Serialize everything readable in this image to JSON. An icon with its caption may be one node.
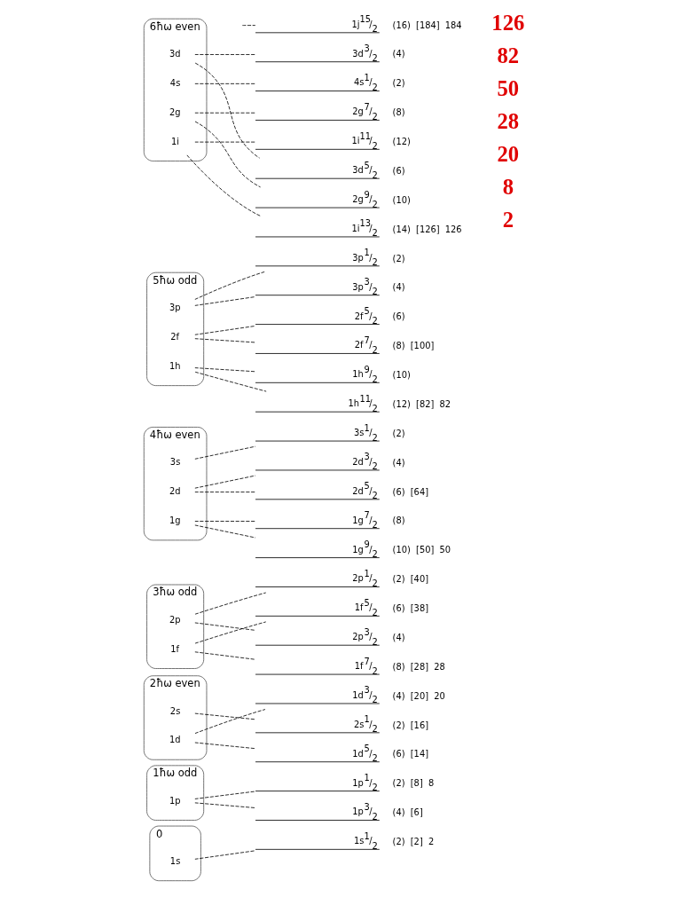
{
  "diagram": {
    "nodes": [
      {
        "text": [
          "1j$^{15}$/$_{2}$"
        ],
        "beside": [
          "(16)",
          "[184]",
          "184"
        ]
      },
      {
        "text": [
          "6ħω even"
        ]
      },
      {
        "text": [
          "4s"
        ],
        "in": 1
      },
      {
        "text": [
          "3d"
        ],
        "in": 1
      },
      {
        "text": [
          "2g"
        ],
        "in": 1
      },
      {
        "text": [
          "1i"
        ],
        "in": 1
      },
      {
        "text": [
          "3d$^{3}$/$_{2}$"
        ],
        "beside": [
          "(4)"
        ]
      },
      {
        "text": [
          "4s$^{1}$/$_{2}$"
        ],
        "beside": [
          "(2)"
        ]
      },
      {
        "text": [
          "2g$^{7}$/$_{2}$"
        ],
        "beside": [
          "(8)"
        ]
      },
      {
        "text": [
          "1i$^{11}$/$_{2}$"
        ],
        "beside": [
          "(12)"
        ]
      },
      {
        "text": [
          "3d$^{5}$/$_{2}$"
        ],
        "beside": [
          "(6)"
        ]
      },
      {
        "text": [
          "2g$^{9}$/$_{2}$"
        ],
        "beside": [
          "(10)"
        ]
      },
      {
        "text": [
          "1i$^{13}$/$_{2}$"
        ],
        "beside": [
          "(14)",
          "[126]",
          "126"
        ]
      },
      {
        "text": [
          "5ħω odd"
        ]
      },
      {
        "text": [
          "3p"
        ],
        "in": 13
      },
      {
        "text": [
          "2f"
        ],
        "in": 13
      },
      {
        "text": [
          "1h"
        ],
        "in": 13
      },
      {
        "text": [
          "3p$^{1}$/$_{2}$"
        ],
        "beside": [
          "(2)"
        ]
      },
      {
        "text": [
          "3p$^{3}$/$_{2}$"
        ],
        "beside": [
          "(4)"
        ]
      },
      {
        "text": [
          "2f$^{5}$/$_{2}$"
        ],
        "beside": [
          "(6)"
        ]
      },
      {
        "text": [
          "2f$^{7}$/$_{2}$"
        ],
        "beside": [
          "(8)",
          "[100]"
        ]
      },
      {
        "text": [
          "1h$^{9}$/$_{2}$"
        ],
        "beside": [
          "(10)"
        ]
      },
      {
        "text": [
          "1h$^{11}$/$_{2}$"
        ],
        "beside": [
          "(12)",
          "[82]",
          "82"
        ]
      },
      {
        "text": [
          "4ħω even"
        ]
      },
      {
        "text": [
          "3s"
        ],
        "in": 23
      },
      {
        "text": [
          "2d"
        ],
        "in": 23
      },
      {
        "text": [
          "1g"
        ],
        "in": 23
      },
      {
        "text": [
          "3s$^{1}$/$_{2}$"
        ],
        "beside": [
          "(2)"
        ]
      },
      {
        "text": [
          "2d$^{3}$/$_{2}$"
        ],
        "beside": [
          "(4)"
        ]
      },
      {
        "text": [
          "2d$^{5}$/$_{2}$"
        ],
        "beside": [
          "(6)",
          "[64]"
        ]
      },
      {
        "text": [
          "1g$^{7}$/$_{2}$"
        ],
        "beside": [
          "(8)"
        ]
      },
      {
        "text": [
          "1g$^{9}$/$_{2}$"
        ],
        "beside": [
          "(10)",
          "[50]",
          "50"
        ]
      },
      {
        "text": [
          "3ħω odd"
        ]
      },
      {
        "text": [
          "2p"
        ],
        "in": 32
      },
      {
        "text": [
          "1f"
        ],
        "in": 32
      },
      {
        "text": [
          "2p$^{1}$/$_{2}$"
        ],
        "beside": [
          "(2)",
          "[40]"
        ]
      },
      {
        "text": [
          "1f$^{5}$/$_{2}$"
        ],
        "beside": [
          "(6)",
          "[38]"
        ]
      },
      {
        "text": [
          "2p$^{3}$/$_{2}$"
        ],
        "beside": [
          "(4)"
        ]
      },
      {
        "text": [
          "1f$^{7}$/$_{2}$"
        ],
        "beside": [
          "(8)",
          "[28]",
          "28"
        ]
      },
      {
        "text": [
          "2ħω even"
        ]
      },
      {
        "text": [
          "2s"
        ],
        "in": 39
      },
      {
        "text": [
          "1d"
        ],
        "in": 39
      },
      {
        "text": [
          "1d$^{3}$/$_{2}$"
        ],
        "beside": [
          "(4)",
          "[20]",
          "20"
        ]
      },
      {
        "text": [
          "2s$^{1}$/$_{2}$"
        ],
        "beside": [
          "(2)",
          "[16]"
        ]
      },
      {
        "text": [
          "1d$^{5}$/$_{2}$"
        ],
        "beside": [
          "(6)",
          "[14]"
        ]
      },
      {
        "text": [
          "1ħω odd"
        ]
      },
      {
        "text": [
          "1p"
        ],
        "in": 45
      },
      {
        "text": [
          "1p$^{1}$/$_{2}$"
        ],
        "beside": [
          "(2)",
          "[8]",
          "8"
        ]
      },
      {
        "text": [
          "1p$^{3}$/$_{2}$"
        ],
        "beside": [
          "(4)",
          "[6]"
        ]
      },
      {
        "text": [
          "0"
        ]
      },
      {
        "text": [
          "1s"
        ],
        "in": 49
      },
      {
        "text": [
          "1s$^{1}$/$_{2}$"
        ],
        "beside": [
          "(2)",
          "[2]",
          "2"
        ]
      }
    ],
    "edges": [
      {
        "from": null,
        "to": 0,
        "arrow": "none",
        "style": "dashed"
      },
      {
        "from": 2,
        "to": 7,
        "arrow": "none",
        "style": "dashed"
      },
      {
        "from": 3,
        "to": 6,
        "arrow": "none",
        "style": "dashed"
      },
      {
        "from": 3,
        "to": 10,
        "arrow": "none",
        "style": "dashed"
      },
      {
        "from": 4,
        "to": 8,
        "arrow": "none",
        "style": "dashed"
      },
      {
        "from": 4,
        "to": 11,
        "arrow": "none",
        "style": "dashed"
      },
      {
        "from": 5,
        "to": 9,
        "arrow": "none",
        "style": "dashed"
      },
      {
        "from": 5,
        "to": 12,
        "arrow": "none",
        "style": "dashed"
      },
      {
        "from": 14,
        "to": 17,
        "arrow": "none",
        "style": "dashed"
      },
      {
        "from": 14,
        "to": 18,
        "arrow": "none",
        "style": "dashed"
      },
      {
        "from": 15,
        "to": 19,
        "arrow": "none",
        "style": "dashed"
      },
      {
        "from": 15,
        "to": 20,
        "arrow": "none",
        "style": "dashed"
      },
      {
        "from": 16,
        "to": 21,
        "arrow": "none",
        "style": "dashed"
      },
      {
        "from": 16,
        "to": 22,
        "arrow": "none",
        "style": "dashed"
      },
      {
        "from": 24,
        "to": 27,
        "arrow": "none",
        "style": "dashed"
      },
      {
        "from": 25,
        "to": 28,
        "arrow": "none",
        "style": "dashed"
      },
      {
        "from": 25,
        "to": 29,
        "arrow": "none",
        "style": "dashed"
      },
      {
        "from": 26,
        "to": 30,
        "arrow": "none",
        "style": "dashed"
      },
      {
        "from": 26,
        "to": 31,
        "arrow": "none",
        "style": "dashed"
      },
      {
        "from": 33,
        "to": 35,
        "arrow": "none",
        "style": "dashed"
      },
      {
        "from": 33,
        "to": 37,
        "arrow": "none",
        "style": "dashed"
      },
      {
        "from": 34,
        "to": 36,
        "arrow": "none",
        "style": "dashed"
      },
      {
        "from": 34,
        "to": 38,
        "arrow": "none",
        "style": "dashed"
      },
      {
        "from": 40,
        "to": 43,
        "arrow": "none",
        "style": "dashed"
      },
      {
        "from": 41,
        "to": 42,
        "arrow": "none",
        "style": "dashed"
      },
      {
        "from": 41,
        "to": 44,
        "arrow": "none",
        "style": "dashed"
      },
      {
        "from": 46,
        "to": 47,
        "arrow": "none",
        "style": "dashed"
      },
      {
        "from": 46,
        "to": 48,
        "arrow": "none",
        "style": "dashed"
      },
      {
        "from": 50,
        "to": 51,
        "arrow": "none",
        "style": "dashed"
      }
    ],
    "labels": [
      "126",
      "82",
      "50",
      "28",
      "20",
      "8",
      "2"
    ]
  }
}
